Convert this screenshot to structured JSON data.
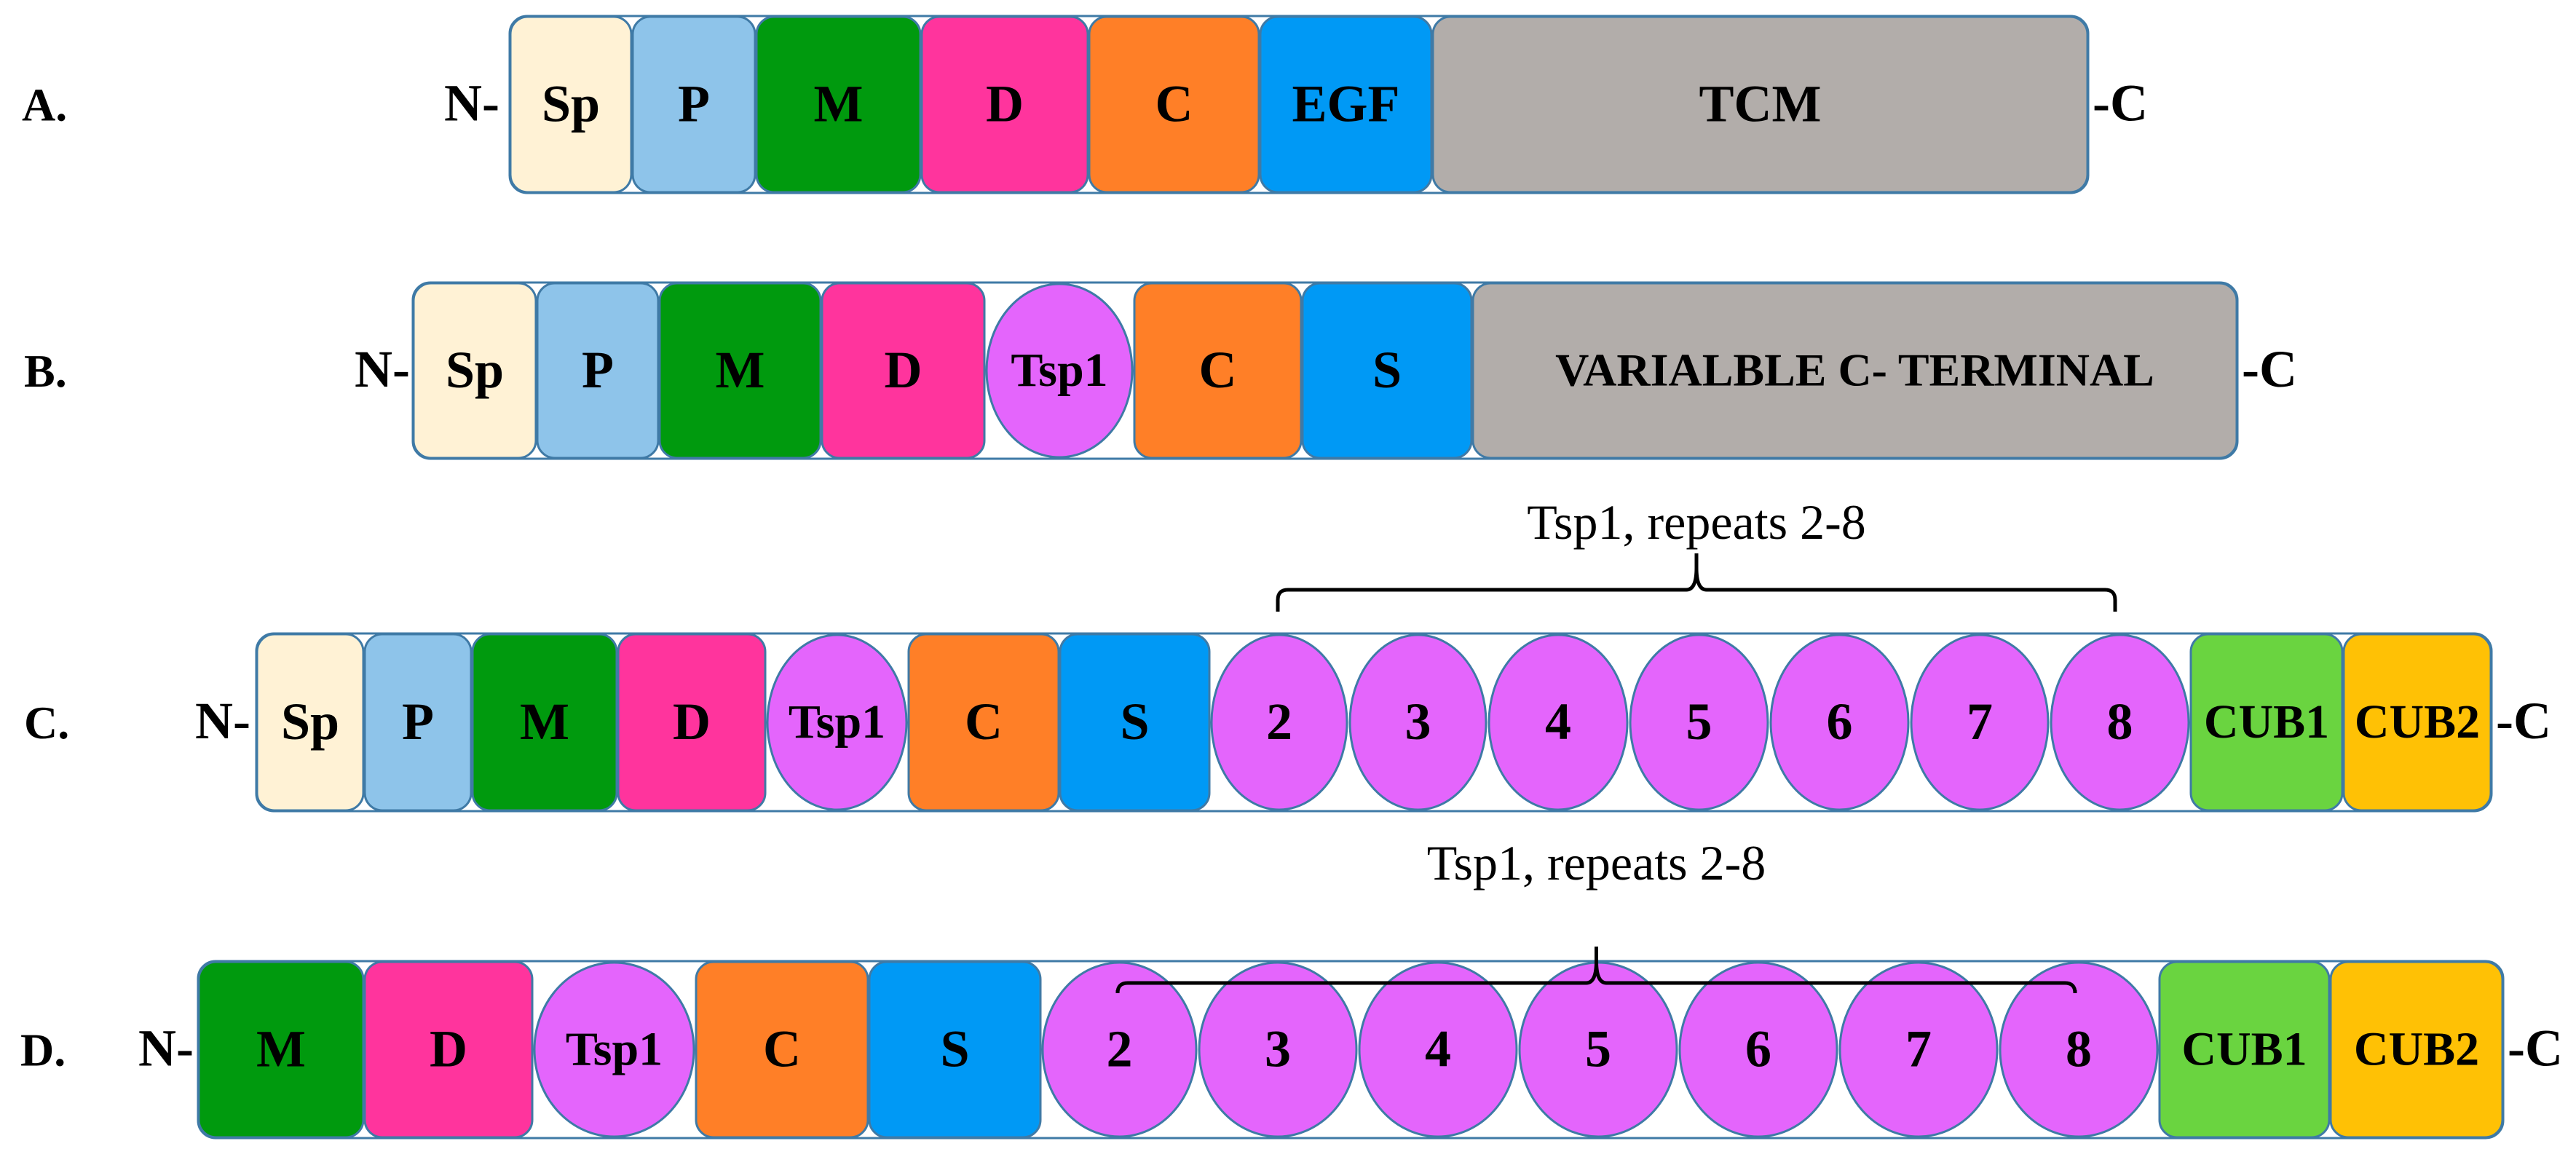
{
  "colors": {
    "signal_peptide": "#FFF2D5",
    "propeptide": "#8EC4EA",
    "metalloproteinase": "#009A0E",
    "disintegrin": "#FF349D",
    "tsp1": "#E465FC",
    "cysteine_rich": "#FF7F27",
    "spacer": "#0099F5",
    "egf": "#0099F5",
    "c_terminal": "#B2ADAA",
    "cub1": "#6AD440",
    "cub2": "#FFC105",
    "border": "#3F7AA6",
    "text": "#000000"
  },
  "rows": [
    {
      "label": "A.",
      "n_term": "N-",
      "c_term": "-C",
      "domains": [
        {
          "text": "Sp",
          "kind": "signal_peptide",
          "shape": "rect"
        },
        {
          "text": "P",
          "kind": "propeptide",
          "shape": "rect"
        },
        {
          "text": "M",
          "kind": "metalloproteinase",
          "shape": "rect"
        },
        {
          "text": "D",
          "kind": "disintegrin",
          "shape": "rect"
        },
        {
          "text": "C",
          "kind": "cysteine_rich",
          "shape": "rect"
        },
        {
          "text": "EGF",
          "kind": "egf",
          "shape": "rect"
        },
        {
          "text": "TCM",
          "kind": "c_terminal",
          "shape": "rect"
        }
      ]
    },
    {
      "label": "B.",
      "n_term": "N-",
      "c_term": "-C",
      "domains": [
        {
          "text": "Sp",
          "kind": "signal_peptide",
          "shape": "rect"
        },
        {
          "text": "P",
          "kind": "propeptide",
          "shape": "rect"
        },
        {
          "text": "M",
          "kind": "metalloproteinase",
          "shape": "rect"
        },
        {
          "text": "D",
          "kind": "disintegrin",
          "shape": "rect"
        },
        {
          "text": "Tsp1",
          "kind": "tsp1",
          "shape": "ellipse"
        },
        {
          "text": "C",
          "kind": "cysteine_rich",
          "shape": "rect"
        },
        {
          "text": "S",
          "kind": "spacer",
          "shape": "rect"
        },
        {
          "text": "VARIALBLE C- TERMINAL",
          "kind": "c_terminal",
          "shape": "rect"
        }
      ]
    },
    {
      "label": "C.",
      "n_term": "N-",
      "c_term": "-C",
      "bracket_label": "Tsp1, repeats 2-8",
      "domains": [
        {
          "text": "Sp",
          "kind": "signal_peptide",
          "shape": "rect"
        },
        {
          "text": "P",
          "kind": "propeptide",
          "shape": "rect"
        },
        {
          "text": "M",
          "kind": "metalloproteinase",
          "shape": "rect"
        },
        {
          "text": "D",
          "kind": "disintegrin",
          "shape": "rect"
        },
        {
          "text": "Tsp1",
          "kind": "tsp1",
          "shape": "ellipse"
        },
        {
          "text": "C",
          "kind": "cysteine_rich",
          "shape": "rect"
        },
        {
          "text": "S",
          "kind": "spacer",
          "shape": "rect"
        },
        {
          "text": "2",
          "kind": "tsp1",
          "shape": "ellipse"
        },
        {
          "text": "3",
          "kind": "tsp1",
          "shape": "ellipse"
        },
        {
          "text": "4",
          "kind": "tsp1",
          "shape": "ellipse"
        },
        {
          "text": "5",
          "kind": "tsp1",
          "shape": "ellipse"
        },
        {
          "text": "6",
          "kind": "tsp1",
          "shape": "ellipse"
        },
        {
          "text": "7",
          "kind": "tsp1",
          "shape": "ellipse"
        },
        {
          "text": "8",
          "kind": "tsp1",
          "shape": "ellipse"
        },
        {
          "text": "CUB1",
          "kind": "cub1",
          "shape": "rect"
        },
        {
          "text": "CUB2",
          "kind": "cub2",
          "shape": "rect"
        }
      ]
    },
    {
      "label": "D.",
      "n_term": "N-",
      "c_term": "-C",
      "bracket_label": "Tsp1, repeats 2-8",
      "domains": [
        {
          "text": "M",
          "kind": "metalloproteinase",
          "shape": "rect"
        },
        {
          "text": "D",
          "kind": "disintegrin",
          "shape": "rect"
        },
        {
          "text": "Tsp1",
          "kind": "tsp1",
          "shape": "ellipse"
        },
        {
          "text": "C",
          "kind": "cysteine_rich",
          "shape": "rect"
        },
        {
          "text": "S",
          "kind": "spacer",
          "shape": "rect"
        },
        {
          "text": "2",
          "kind": "tsp1",
          "shape": "ellipse"
        },
        {
          "text": "3",
          "kind": "tsp1",
          "shape": "ellipse"
        },
        {
          "text": "4",
          "kind": "tsp1",
          "shape": "ellipse"
        },
        {
          "text": "5",
          "kind": "tsp1",
          "shape": "ellipse"
        },
        {
          "text": "6",
          "kind": "tsp1",
          "shape": "ellipse"
        },
        {
          "text": "7",
          "kind": "tsp1",
          "shape": "ellipse"
        },
        {
          "text": "8",
          "kind": "tsp1",
          "shape": "ellipse"
        },
        {
          "text": "CUB1",
          "kind": "cub1",
          "shape": "rect"
        },
        {
          "text": "CUB2",
          "kind": "cub2",
          "shape": "rect"
        }
      ]
    }
  ]
}
